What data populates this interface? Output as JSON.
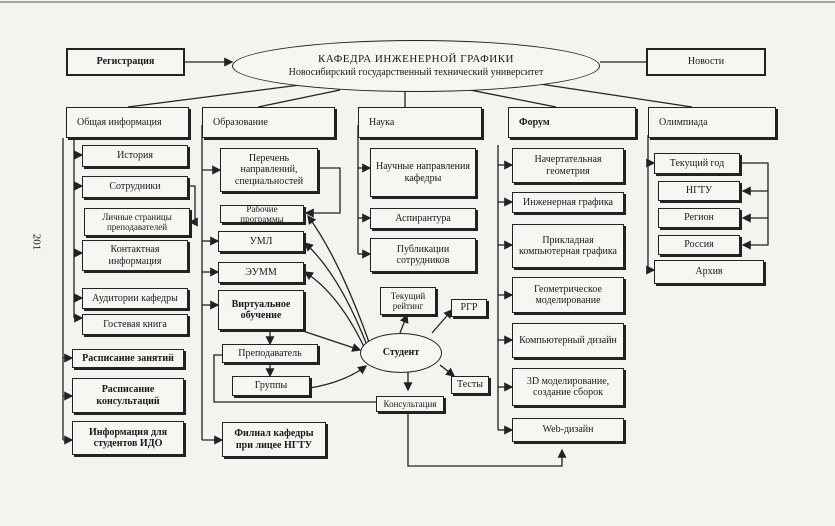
{
  "title": "КАФЕДРА ИНЖЕНЕРНОЙ ГРАФИКИ",
  "subtitle": "Новосибирский государственный технический университет",
  "page_number": "201",
  "top": {
    "registration": "Регистрация",
    "news": "Новости"
  },
  "sections": {
    "general": "Общая информация",
    "education": "Образование",
    "science": "Наука",
    "forum": "Форум",
    "olympiad": "Олимпиада"
  },
  "general_items": {
    "history": "История",
    "staff": "Сотрудники",
    "personal_pages": "Личные страницы преподавателей",
    "contacts": "Контактная информация",
    "classrooms": "Аудитории кафедры",
    "guestbook": "Гостевая книга"
  },
  "outer_items": {
    "schedule": "Расписание занятий",
    "consult_schedule": "Расписание консультаций",
    "ido_info": "Информация для студентов ИДО"
  },
  "education_items": {
    "directions": "Перечень направлений, специальностей",
    "programs": "Рабочие программы",
    "uml": "УМЛ",
    "eumm": "ЭУММ",
    "virtual": "Виртуальное обучение",
    "teacher": "Преподаватель",
    "groups": "Группы",
    "branch": "Филиал кафедры при лицее НГТУ"
  },
  "science_items": {
    "research": "Научные направления кафедры",
    "postgrad": "Аспирантура",
    "publications": "Публикации сотрудников"
  },
  "student": {
    "label": "Студент",
    "rating": "Текущий рейтинг",
    "rgr": "РГР",
    "tests": "Тесты",
    "consultation": "Консультация"
  },
  "forum_items": {
    "descriptive": "Начертательная геометрия",
    "engineering": "Инженерная графика",
    "applied": "Прикладная компьютерная графика",
    "geom_modeling": "Геометрическое моделирование",
    "design": "Компьютерный дизайн",
    "modeling_3d": "3D моделирование, создание сборок",
    "web": "Web-дизайн"
  },
  "olympiad_items": {
    "current_year": "Текущий год",
    "ngtu": "НГТУ",
    "region": "Регион",
    "russia": "Россия",
    "archive": "Архив"
  }
}
